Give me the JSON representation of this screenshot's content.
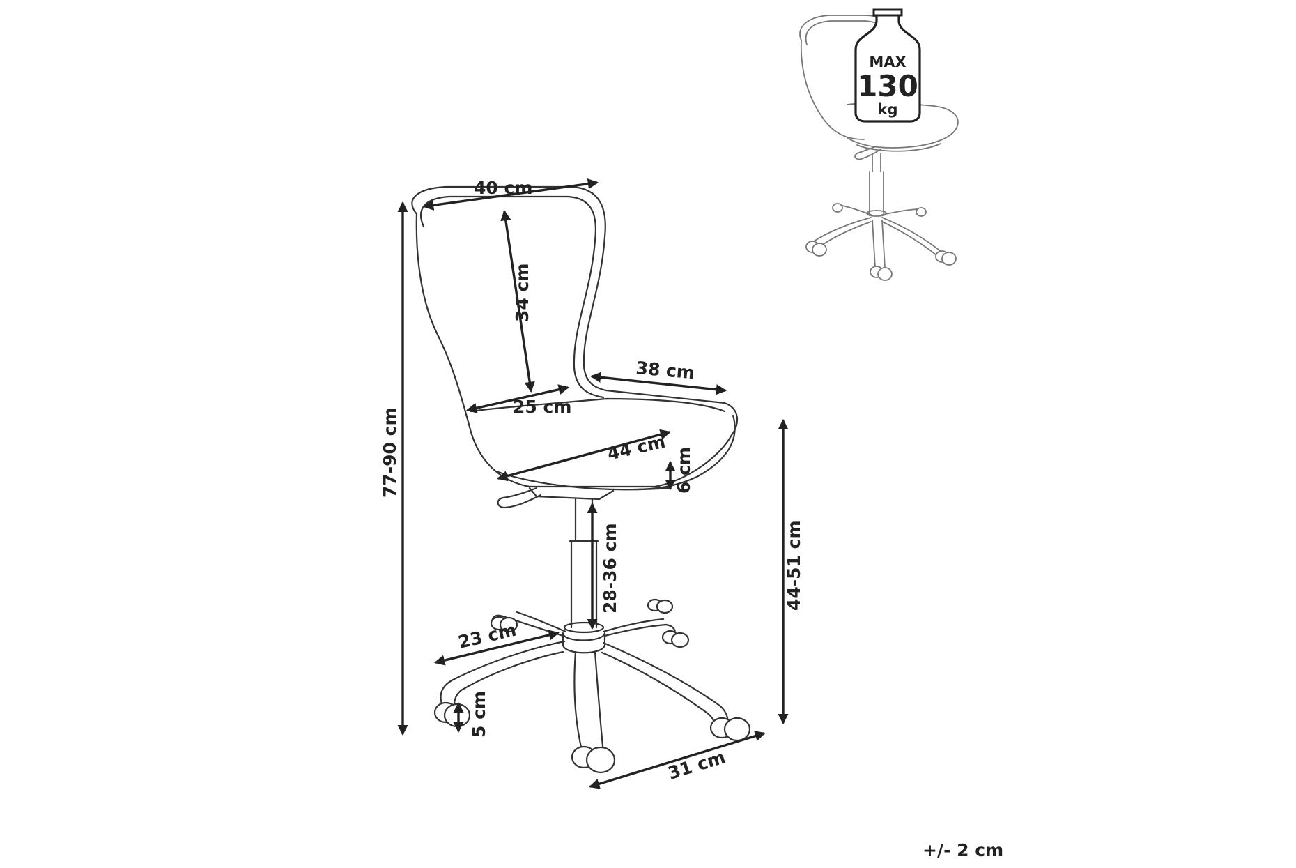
{
  "dimensions": {
    "backrest_width": "40 cm",
    "backrest_height": "34 cm",
    "backrest_bottom_width": "25 cm",
    "seat_depth": "38 cm",
    "seat_width": "44 cm",
    "seat_thickness": "6 cm",
    "total_height": "77-90 cm",
    "seat_height": "44-51 cm",
    "gas_lift_height": "28-36 cm",
    "leg_length": "23 cm",
    "wheel_size": "5 cm",
    "base_radius": "31 cm"
  },
  "max_load": {
    "label": "MAX",
    "value": "130",
    "unit": "kg"
  },
  "tolerance": "+/- 2 cm"
}
